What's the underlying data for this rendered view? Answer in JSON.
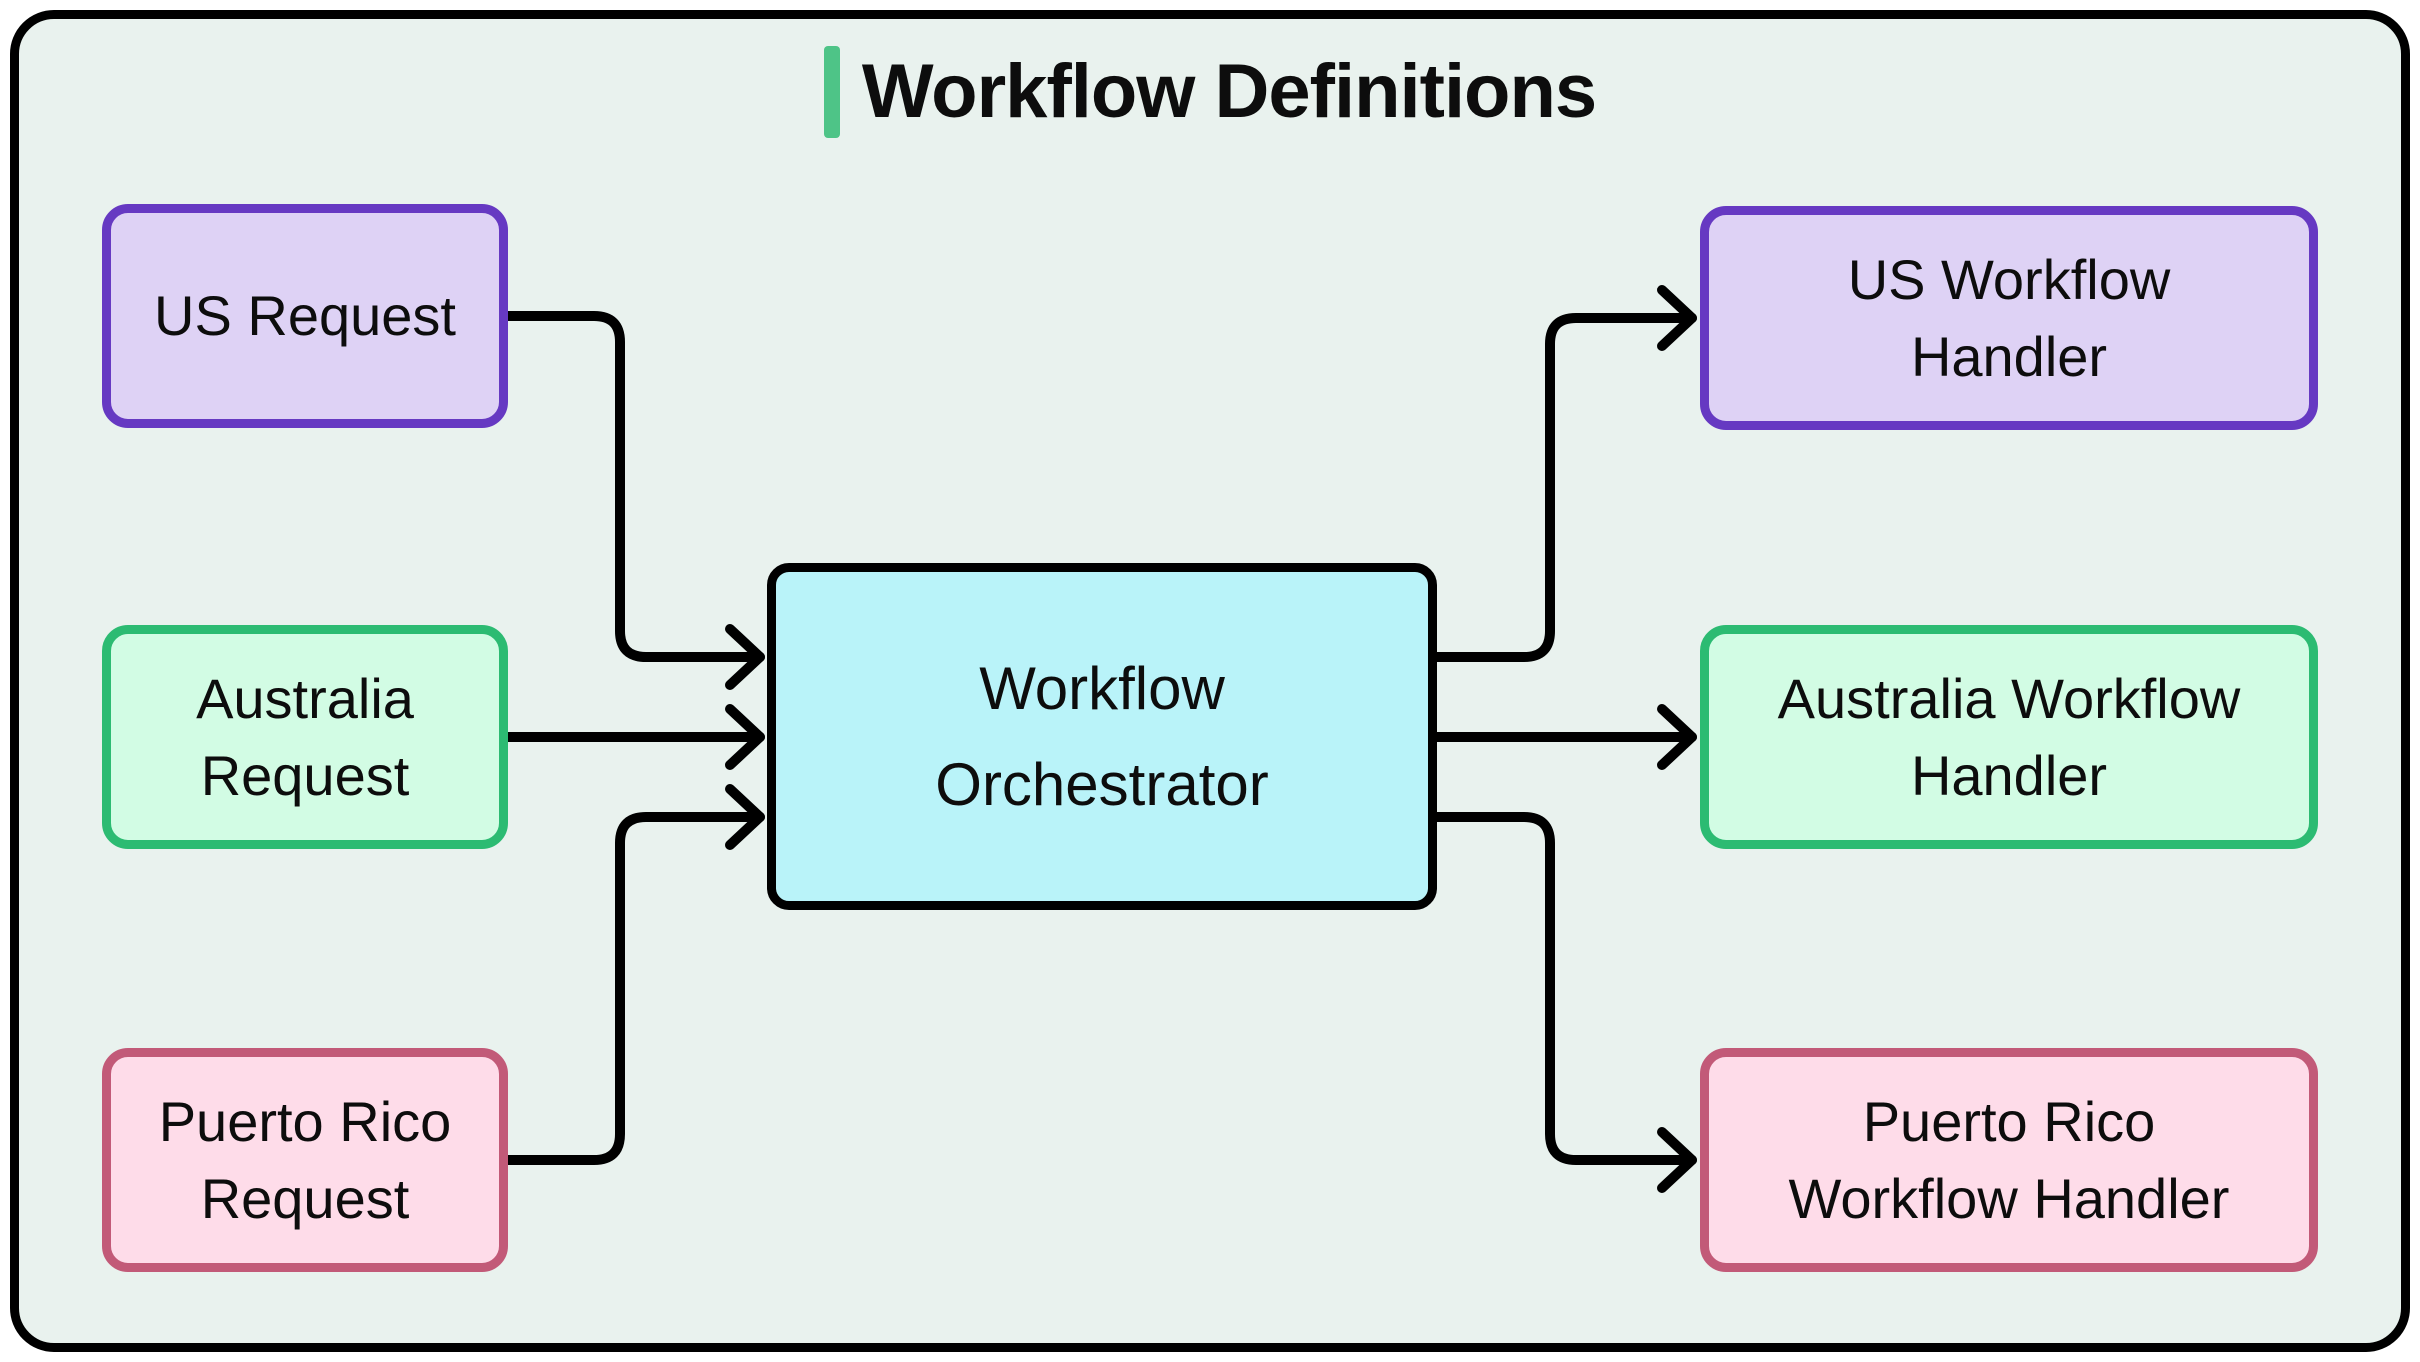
{
  "title": {
    "label": "Workflow Definitions"
  },
  "colors": {
    "canvas_background": "#e9f2ee",
    "frame_border": "#000000",
    "title_accent": "#4ec487",
    "text": "#0d0d0d",
    "arrow": "#000000",
    "purple_fill": "#ded2f5",
    "purple_border": "#6639c2",
    "green_fill": "#d2fce4",
    "green_border": "#2cbb72",
    "pink_fill": "#fedce9",
    "pink_border": "#c25a78",
    "cyan_fill": "#b9f3f9",
    "cyan_border": "#000000"
  },
  "nodes": {
    "us_request": {
      "label": "US Request"
    },
    "australia_request": {
      "label": "Australia\nRequest"
    },
    "puerto_rico_request": {
      "label": "Puerto Rico\nRequest"
    },
    "orchestrator": {
      "label": "Workflow\nOrchestrator"
    },
    "us_handler": {
      "label": "US Workflow\nHandler"
    },
    "australia_handler": {
      "label": "Australia Workflow\nHandler"
    },
    "puerto_rico_handler": {
      "label": "Puerto Rico\nWorkflow Handler"
    }
  },
  "edges": [
    {
      "from": "US Request",
      "to": "Workflow Orchestrator"
    },
    {
      "from": "Australia Request",
      "to": "Workflow Orchestrator"
    },
    {
      "from": "Puerto Rico Request",
      "to": "Workflow Orchestrator"
    },
    {
      "from": "Workflow Orchestrator",
      "to": "US Workflow Handler"
    },
    {
      "from": "Workflow Orchestrator",
      "to": "Australia Workflow Handler"
    },
    {
      "from": "Workflow Orchestrator",
      "to": "Puerto Rico Workflow Handler"
    }
  ]
}
